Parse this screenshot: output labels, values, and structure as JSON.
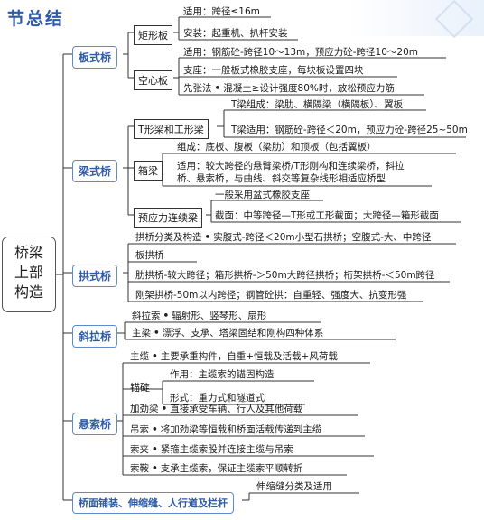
{
  "title": "节总结",
  "root": "桥梁\n上部\n构造",
  "slab": {
    "label": "板式桥",
    "rect": {
      "label": "矩形板",
      "span": "适用：跨径≤16m",
      "install": "安装：起重机、扒杆安装"
    },
    "hollow": {
      "label": "空心板",
      "span": "适用：钢筋砼-跨径10～13m，预应力砼-跨径10～20m",
      "support_label": "支座",
      "support": "：一般板式橡胶支座，每块板设置四块",
      "pretension_label": "先张法",
      "pretension": "混凝土≥设计强度80%时，放松预应力筋"
    }
  },
  "beam": {
    "label": "梁式桥",
    "t": {
      "label": "T形梁和工形梁",
      "composition": "T梁组成：梁肋、横隔梁（横隔板）、翼板",
      "applicability": "T梁适用：钢筋砼-跨径＜20m，预应力砼-跨径25~50m"
    },
    "box": {
      "label": "箱梁",
      "composition": "组成：底板、腹板（梁肋）和顶板（包括翼板）",
      "applicability_1": "适用：较大跨径的悬臂梁桥/T形刚构和连续梁桥，斜拉",
      "applicability_2": "桥、悬索桥，与曲线、斜交等复杂线形相适应桥型"
    },
    "prestressed": {
      "label": "预应力连续梁",
      "support": "一般采用盆式橡胶支座",
      "section": "截面：中等跨径—T形或工形截面；大跨径—箱形截面"
    }
  },
  "arch": {
    "label": "拱式桥",
    "classification_label": "拱桥分类及构造",
    "classification": "实腹式-跨径＜20m小型石拱桥；空腹式-大、中跨径",
    "slab_arch": "板拱桥",
    "rib_arch": "肋拱桥-较大跨径；箱形拱桥-＞50m大跨径拱桥；桁架拱桥-＜50m跨径",
    "rigid_arch": "刚架拱桥-50m以内跨径；钢管砼拱：自重轻、强度大、抗变形强"
  },
  "cable_stayed": {
    "label": "斜拉桥",
    "cable_label": "斜拉索",
    "cable": "辐射形、竖琴形、扇形",
    "girder_label": "主梁",
    "girder": "漂浮、支承、塔梁固结和刚构四种体系"
  },
  "suspension": {
    "label": "悬索桥",
    "main_cable_label": "主缆",
    "main_cable": "主要承重构件，自重+恒载及活载+风荷载",
    "anchor_label": "锚碇",
    "anchor_function": "作用：主缆索的锚固构造",
    "anchor_form": "形式：重力式和隧道式",
    "stiffening_label": "加劲梁",
    "stiffening": "直接承受车辆、行人及其他荷载",
    "hanger_label": "吊索",
    "hanger": "将加劲梁等恒载和桥面活载传递到主缆",
    "clamp_label": "索夹",
    "clamp": "紧箍主缆索股并连接主缆与吊索",
    "saddle_label": "索鞍",
    "saddle": "支承主缆索，保证主缆索平顺转折"
  },
  "deck": {
    "label": "桥面铺装、伸缩缝、人行道及栏杆",
    "joint": "伸缩缝分类及适用"
  },
  "colors": {
    "accent": "#2f5aa8",
    "category_border": "#5b8bd0",
    "line": "#333333"
  }
}
